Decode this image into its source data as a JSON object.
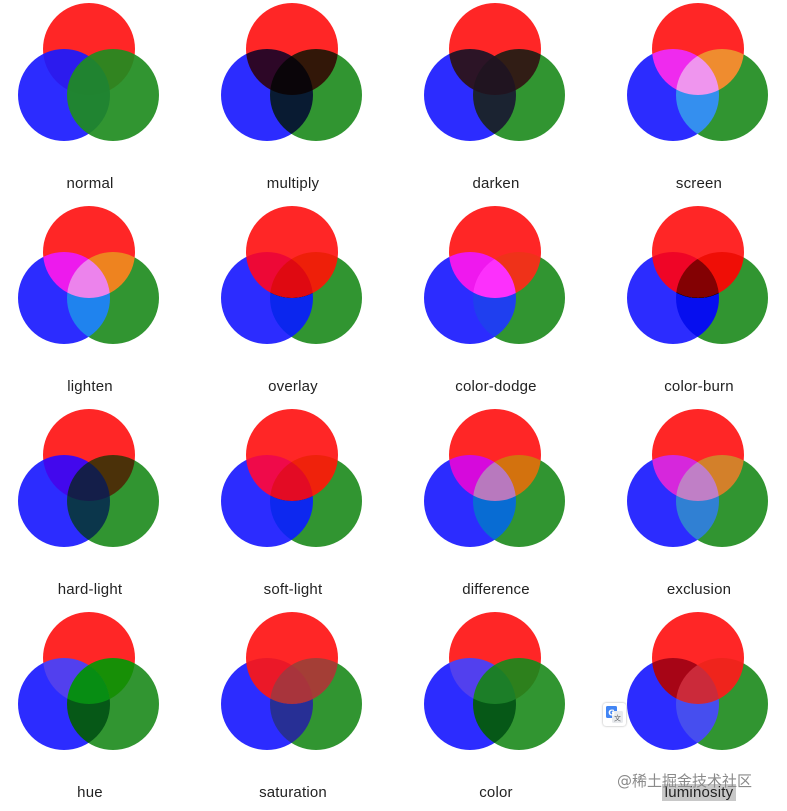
{
  "colors": {
    "red": "#ff1414",
    "blue": "#1a1aff",
    "green": "#1f8c1f",
    "background": "#ffffff",
    "label_highlight": "#c8c8c8"
  },
  "circle_opacity": 0.92,
  "blend_modes": [
    {
      "label": "normal",
      "mode": "normal"
    },
    {
      "label": "multiply",
      "mode": "multiply"
    },
    {
      "label": "darken",
      "mode": "darken"
    },
    {
      "label": "screen",
      "mode": "screen"
    },
    {
      "label": "lighten",
      "mode": "lighten"
    },
    {
      "label": "overlay",
      "mode": "overlay"
    },
    {
      "label": "color-dodge",
      "mode": "color-dodge"
    },
    {
      "label": "color-burn",
      "mode": "color-burn"
    },
    {
      "label": "hard-light",
      "mode": "hard-light"
    },
    {
      "label": "soft-light",
      "mode": "soft-light"
    },
    {
      "label": "difference",
      "mode": "difference"
    },
    {
      "label": "exclusion",
      "mode": "exclusion"
    },
    {
      "label": "hue",
      "mode": "hue"
    },
    {
      "label": "saturation",
      "mode": "saturation"
    },
    {
      "label": "color",
      "mode": "color"
    },
    {
      "label": "luminosity",
      "mode": "luminosity",
      "selected": true
    }
  ],
  "translate_icon": "translate-icon",
  "watermark": "@稀土掘金技术社区"
}
